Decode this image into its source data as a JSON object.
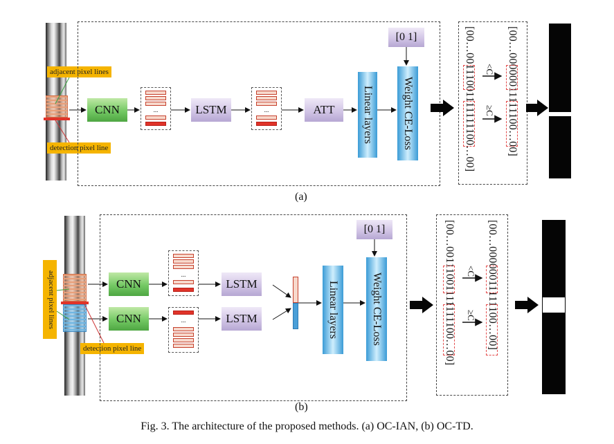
{
  "panel_a": {
    "tag_adjacent": "adjacent pixel lines",
    "tag_detection": "detection pixel line",
    "cnn": "CNN",
    "lstm": "LSTM",
    "att": "ATT",
    "linear": "Linear layers",
    "loss": "Weight CE-Loss",
    "input01": "[0 1]",
    "dots": "...",
    "seq_left": "[00…00111001111111100…00]",
    "seq_right": "[00…00000011111100…00]",
    "rule_top": "<C",
    "rule_bottom": "≥C",
    "label": "(a)"
  },
  "panel_b": {
    "tag_adjacent": "adjacent pixel lines",
    "tag_detection": "detection pixel line",
    "cnn1": "CNN",
    "cnn2": "CNN",
    "lstm1": "LSTM",
    "lstm2": "LSTM",
    "linear": "Linear layers",
    "loss": "Weight CE-Loss",
    "input01": "[0 1]",
    "dots": "...",
    "seq_left": "[00…00111001111111100…00]",
    "seq_right": "[00…00000011111100…00]",
    "rule_top": "<C",
    "rule_bottom": "≥C",
    "label": "(b)"
  },
  "caption": "Fig. 3. The architecture of the proposed methods. (a) OC-IAN, (b) OC-TD.",
  "colors": {
    "tag": "#f5b400",
    "cnn": "#74c964",
    "lstm": "#cfc2e4",
    "linear": "#3a9bd6",
    "feature_red": "#e0342a"
  }
}
